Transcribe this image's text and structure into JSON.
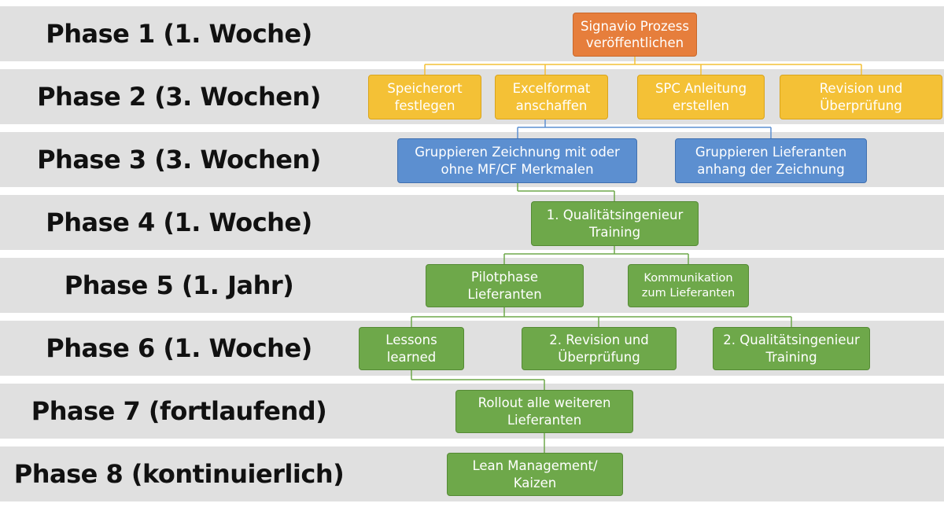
{
  "phases": [
    "Phase 1 (1. Woche)",
    "Phase 2 (3. Wochen)",
    "Phase 3 (3. Wochen)",
    "Phase 4 (1. Woche)",
    "Phase 5 (1. Jahr)",
    "Phase 6 (1. Woche)",
    "Phase 7 (fortlaufend)",
    "Phase 8 (kontinuierlich)"
  ],
  "nodes": {
    "signavio": "Signavio Prozess\nveröffentlichen",
    "speicherort": "Speicherort\nfestlegen",
    "excelformat": "Excelformat\nanschaffen",
    "spc": "SPC Anleitung\nerstellen",
    "revision1": "Revision und\nÜberprüfung",
    "gruppieren_zeichnung": "Gruppieren Zeichnung mit oder\nohne MF/CF Merkmalen",
    "gruppieren_lieferanten": "Gruppieren Lieferanten\nanhang der Zeichnung",
    "qi_training1": "1. Qualitätsingenieur\nTraining",
    "pilotphase": "Pilotphase\nLieferanten",
    "kommunikation": "Kommunikation\nzum Lieferanten",
    "lessons": "Lessons\nlearned",
    "revision2": "2. Revision und\nÜberprüfung",
    "qi_training2": "2. Qualitätsingenieur\nTraining",
    "rollout": "Rollout alle weiteren\nLieferanten",
    "lean": "Lean Management/\nKaizen"
  },
  "colors": {
    "band": "#e0e0e0",
    "orange": "#e67e3c",
    "yellow": "#f4c136",
    "blue": "#5c8fd0",
    "green": "#6ea84a"
  }
}
